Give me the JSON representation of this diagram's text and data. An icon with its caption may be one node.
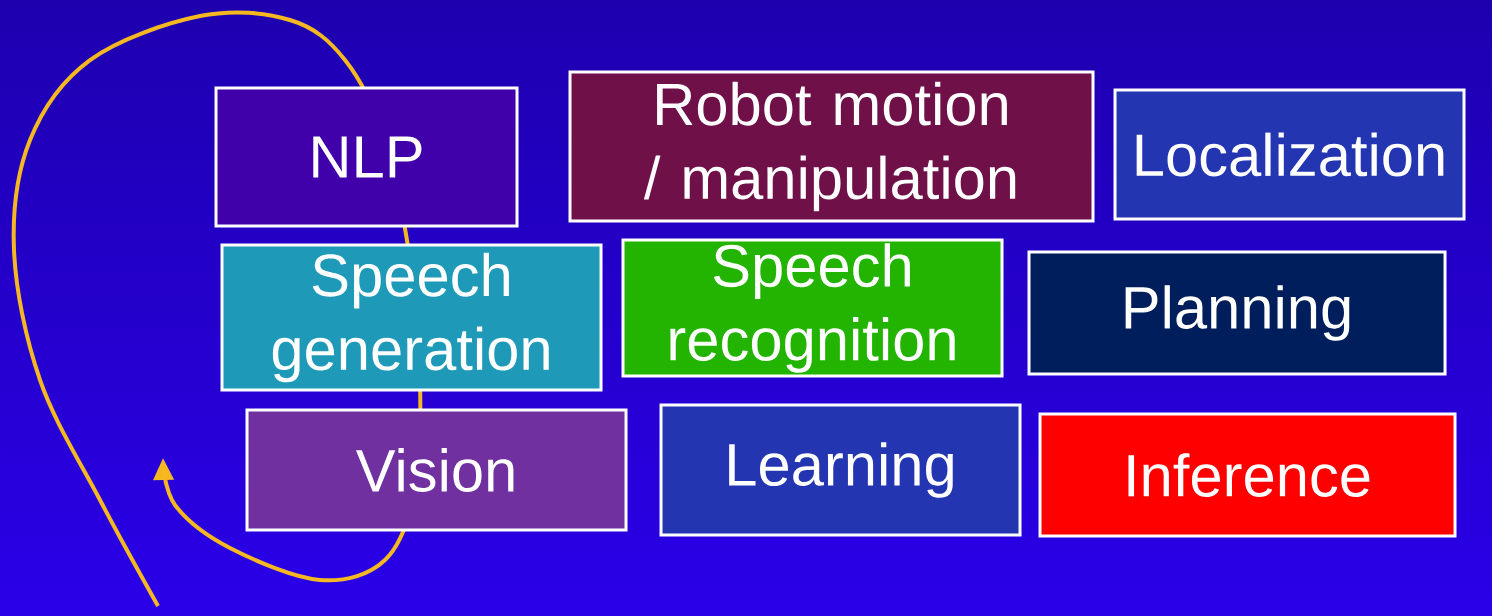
{
  "diagram": {
    "nodes": [
      {
        "text": [
          "NLP"
        ]
      },
      {
        "text": [
          "Robot motion / manipulation"
        ]
      },
      {
        "text": [
          "Localization"
        ]
      },
      {
        "text": [
          "Speech generation"
        ]
      },
      {
        "text": [
          "Speech recognition"
        ]
      },
      {
        "text": [
          "Planning"
        ]
      },
      {
        "text": [
          "Vision"
        ]
      },
      {
        "text": [
          "Learning"
        ]
      },
      {
        "text": [
          "Inference"
        ]
      }
    ]
  }
}
